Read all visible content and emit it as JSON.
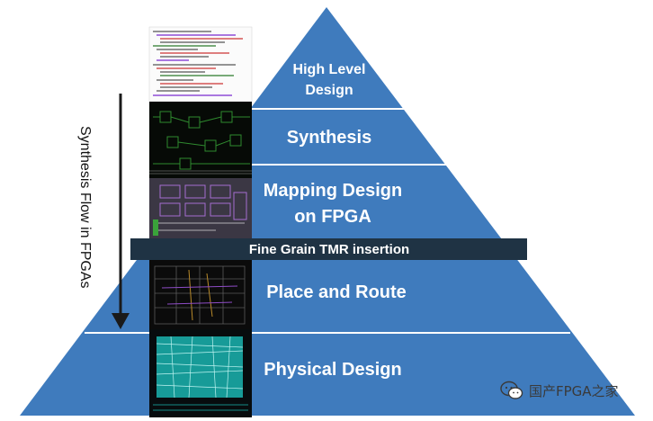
{
  "diagram": {
    "levels": [
      {
        "line1": "High Level",
        "line2": "Design"
      },
      {
        "line1": "Synthesis",
        "line2": ""
      },
      {
        "line1": "Mapping Design",
        "line2": "on FPGA"
      },
      {
        "line1": "Place and Route",
        "line2": ""
      },
      {
        "line1": "Physical Design",
        "line2": ""
      }
    ],
    "banner": "Fine Grain TMR insertion",
    "arrow_label": "Synthesis Flow in FPGAs",
    "colors": {
      "pyramid": "#3f7bbd",
      "banner": "#1f3344",
      "divider": "#ffffff",
      "arrow": "#1a1a1a"
    }
  },
  "watermark": {
    "text": "国产FPGA之家",
    "icon": "wechat-icon"
  }
}
